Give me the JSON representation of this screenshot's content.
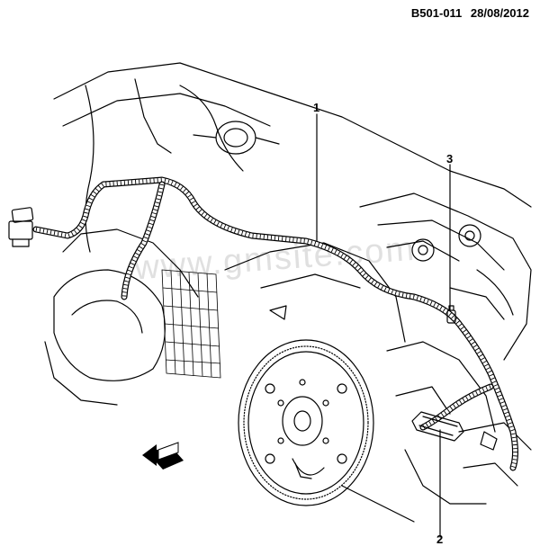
{
  "header": {
    "diagram_code": "B501-011",
    "date": "28/08/2012"
  },
  "callouts": [
    {
      "number": "1",
      "part": "engine wiring harness"
    },
    {
      "number": "2",
      "part": "harness connector"
    },
    {
      "number": "3",
      "part": "harness clip"
    }
  ],
  "watermark": "www.gmsite.com",
  "icons": {
    "orientation": "front-arrow-icon",
    "engine": "engine-block-icon",
    "flywheel": "flywheel-icon"
  }
}
